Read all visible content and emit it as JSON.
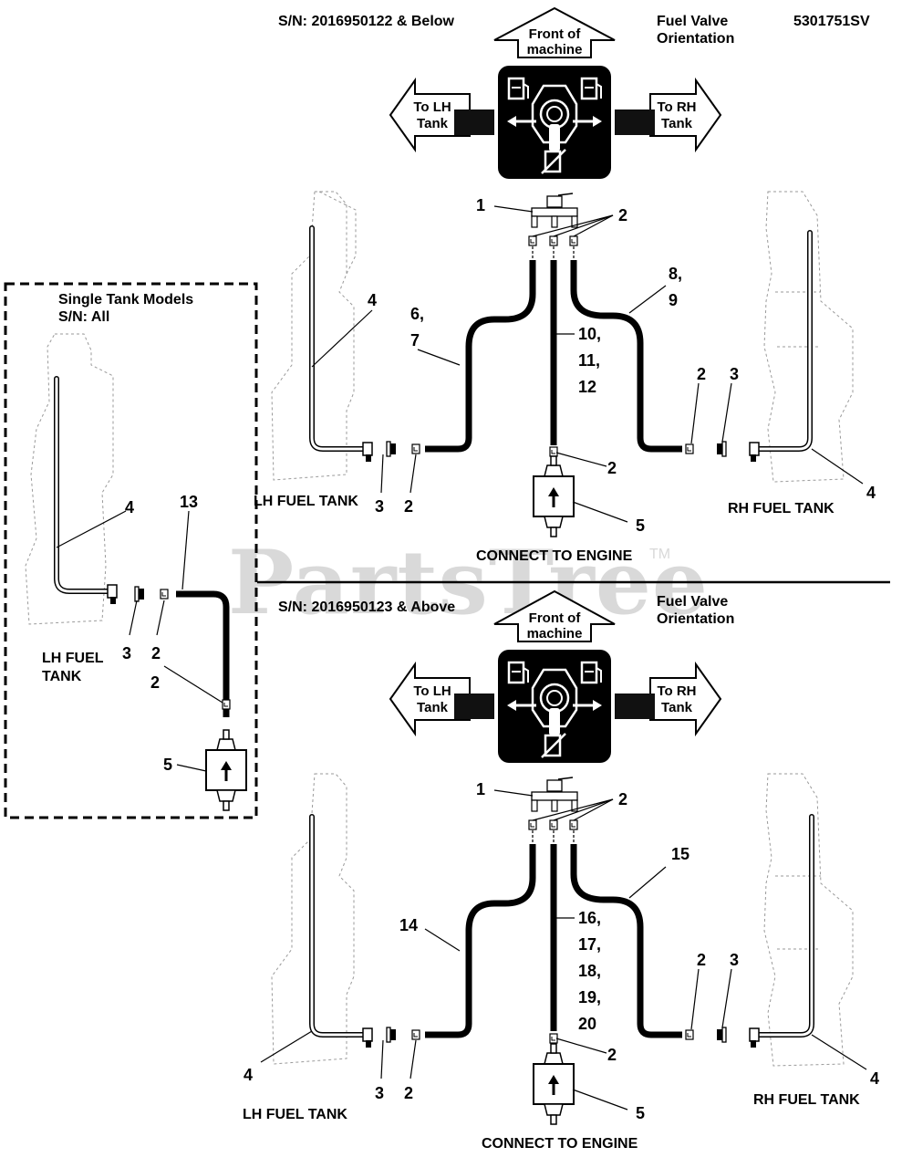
{
  "header": {
    "serial_top": "S/N: 2016950122 & Below",
    "serial_bottom": "S/N: 2016950123 & Above",
    "part_code": "5301751SV",
    "valve_orientation_line1": "Fuel Valve",
    "valve_orientation_line2": "Orientation"
  },
  "arrows": {
    "front_line1": "Front of",
    "front_line2": "machine",
    "lh_line1": "To LH",
    "lh_line2": "Tank",
    "rh_line1": "To RH",
    "rh_line2": "Tank"
  },
  "labels": {
    "lh_fuel_tank": "LH FUEL TANK",
    "rh_fuel_tank": "RH FUEL TANK",
    "connect_to_engine": "CONNECT TO ENGINE",
    "single_tank_line1": "Single Tank Models",
    "single_tank_line2": "S/N: All",
    "lh_fuel_line1": "LH FUEL",
    "lh_fuel_line2": "TANK"
  },
  "callouts": {
    "c1": "1",
    "c2": "2",
    "c3": "3",
    "c4": "4",
    "c5": "5",
    "c6": "6,",
    "c7": "7",
    "c8": "8,",
    "c9": "9",
    "c10": "10,",
    "c11": "11,",
    "c12": "12",
    "c13": "13",
    "c14": "14",
    "c15": "15",
    "c16": "16,",
    "c17": "17,",
    "c18": "18,",
    "c19": "19,",
    "c20": "20"
  },
  "watermark": {
    "text": "PartsTree",
    "tm": "TM"
  },
  "colors": {
    "ink": "#000000",
    "paper": "#ffffff",
    "ghost": "#9a9a9a",
    "watermark": "#d9d9d9"
  },
  "icons": [
    "fuel-pump-icon",
    "no-fuel-icon",
    "arrow-up-icon"
  ]
}
